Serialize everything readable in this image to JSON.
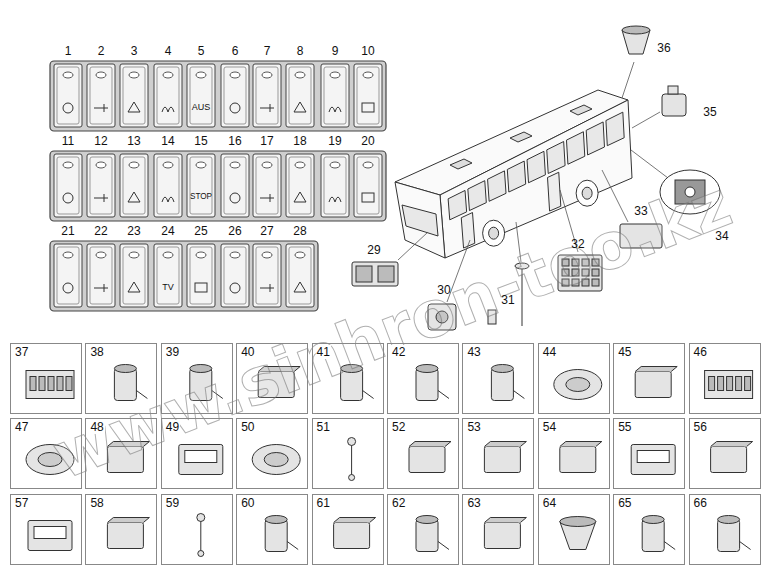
{
  "diagram": {
    "nodes": [
      {
        "text": [
          "1"
        ]
      },
      {
        "text": [
          "2"
        ]
      },
      {
        "text": [
          "3"
        ]
      },
      {
        "text": [
          "4"
        ]
      },
      {
        "text": [
          "5",
          "AUS"
        ]
      },
      {
        "text": [
          "6"
        ]
      },
      {
        "text": [
          "7"
        ]
      },
      {
        "text": [
          "8"
        ]
      },
      {
        "text": [
          "9"
        ]
      },
      {
        "text": [
          "10"
        ]
      },
      {
        "text": [
          "11"
        ]
      },
      {
        "text": [
          "12"
        ]
      },
      {
        "text": [
          "13"
        ]
      },
      {
        "text": [
          "14"
        ]
      },
      {
        "text": [
          "15",
          "STOP"
        ]
      },
      {
        "text": [
          "16"
        ]
      },
      {
        "text": [
          "17"
        ]
      },
      {
        "text": [
          "18"
        ]
      },
      {
        "text": [
          "19"
        ]
      },
      {
        "text": [
          "20"
        ]
      },
      {
        "text": [
          "21"
        ]
      },
      {
        "text": [
          "22"
        ]
      },
      {
        "text": [
          "23"
        ]
      },
      {
        "text": [
          "24",
          "TV"
        ]
      },
      {
        "text": [
          "25"
        ]
      },
      {
        "text": [
          "26"
        ]
      },
      {
        "text": [
          "27"
        ]
      },
      {
        "text": [
          "28"
        ]
      },
      {
        "text": [
          "37"
        ]
      },
      {
        "text": [
          "38"
        ]
      },
      {
        "text": [
          "39"
        ]
      },
      {
        "text": [
          "40"
        ]
      },
      {
        "text": [
          "41"
        ]
      },
      {
        "text": [
          "42"
        ]
      },
      {
        "text": [
          "43"
        ]
      },
      {
        "text": [
          "44"
        ]
      },
      {
        "text": [
          "45"
        ]
      },
      {
        "text": [
          "46"
        ]
      },
      {
        "text": [
          "47"
        ]
      },
      {
        "text": [
          "48"
        ]
      },
      {
        "text": [
          "49"
        ]
      },
      {
        "text": [
          "50"
        ]
      },
      {
        "text": [
          "51"
        ]
      },
      {
        "text": [
          "52"
        ]
      },
      {
        "text": [
          "53"
        ]
      },
      {
        "text": [
          "54"
        ]
      },
      {
        "text": [
          "55"
        ]
      },
      {
        "text": [
          "56"
        ]
      },
      {
        "text": [
          "57"
        ]
      },
      {
        "text": [
          "58"
        ]
      },
      {
        "text": [
          "59"
        ]
      },
      {
        "text": [
          "60"
        ]
      },
      {
        "text": [
          "61"
        ]
      },
      {
        "text": [
          "62"
        ]
      },
      {
        "text": [
          "63"
        ]
      },
      {
        "text": [
          "64"
        ]
      },
      {
        "text": [
          "65"
        ]
      },
      {
        "text": [
          "66"
        ]
      }
    ],
    "labels": [
      "29",
      "30",
      "31",
      "32",
      "33",
      "34",
      "35",
      "36",
      "www.sinhron-too.kz"
    ]
  }
}
